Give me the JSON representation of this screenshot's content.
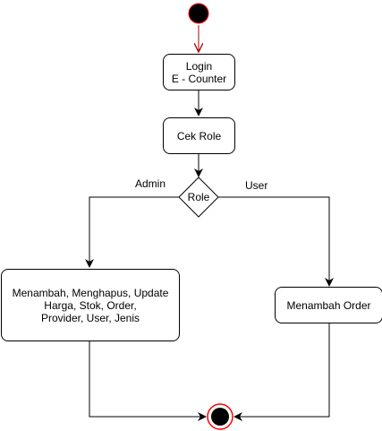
{
  "nodes": {
    "login": "Login\nE - Counter",
    "cek_role": "Cek Role",
    "decision": "Role",
    "admin_action": "Menambah, Menghapus, Update\nHarga, Stok, Order,\nProvider, User, Jenis",
    "user_action": "Menambah Order"
  },
  "edges": {
    "admin": "Admin",
    "user": "User"
  },
  "colors": {
    "start_fill": "#000000",
    "start_stroke": "#ff0000",
    "start_arrow": "#b20000",
    "end_ring": "#ff0000",
    "line": "#000000"
  }
}
